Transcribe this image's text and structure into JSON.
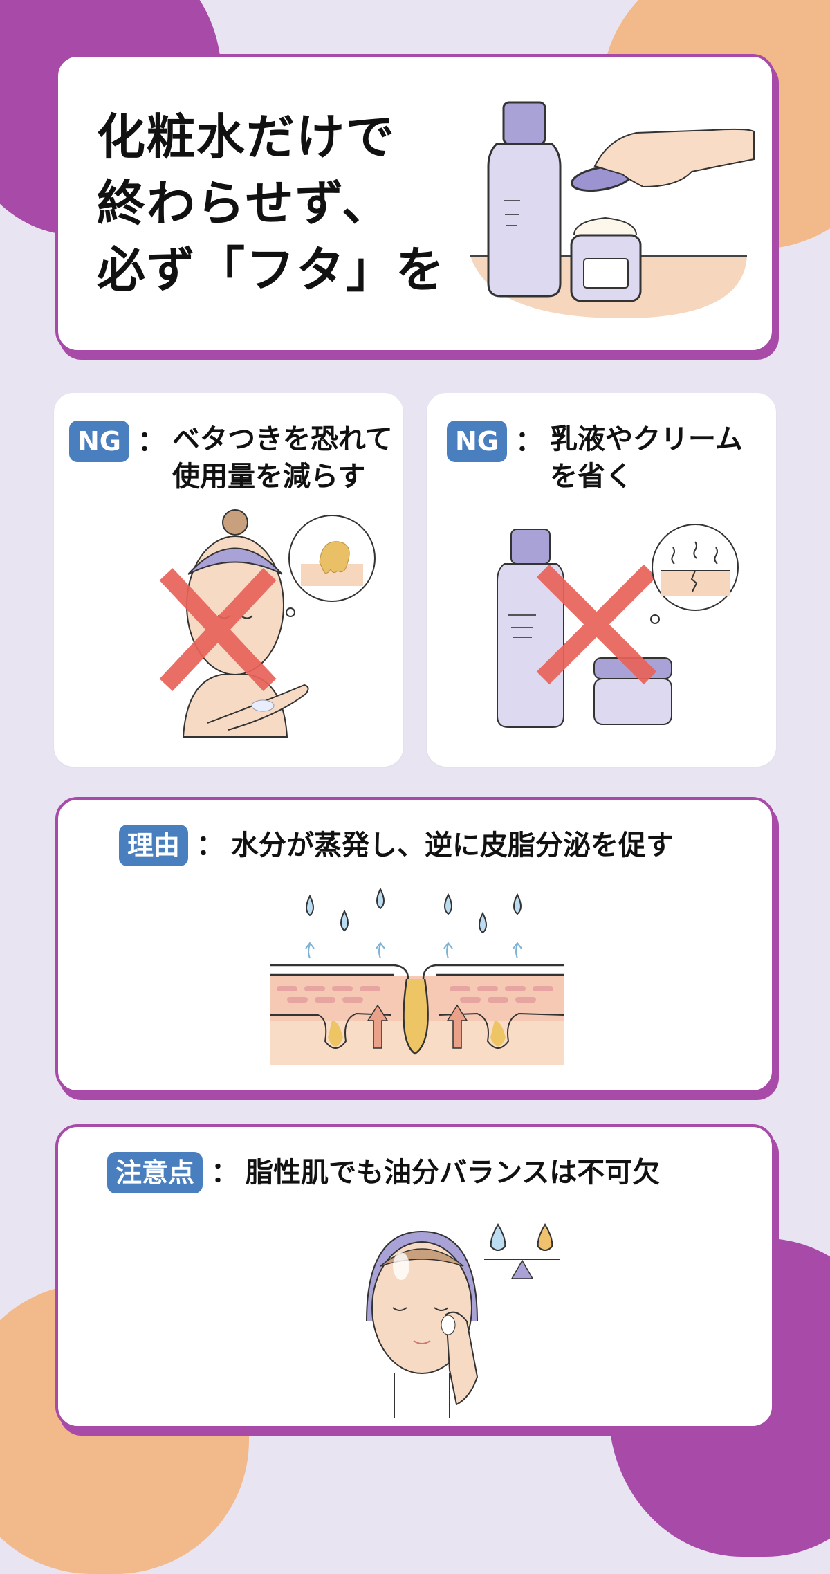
{
  "hero": {
    "title_lines": [
      "化粧水だけで",
      "終わらせず、",
      "必ず「フタ」を"
    ],
    "illustration": "toner-bottle-and-cream-jar-with-lid-icon"
  },
  "ng_cards": [
    {
      "badge": "NG",
      "separator": "：",
      "text_lines": [
        "ベタつきを恐れて",
        "使用量を減らす"
      ],
      "illustration": "woman-with-small-amount-of-cream-crossed-out-icon",
      "thought_bubble": "sticky-oil-on-skin-icon"
    },
    {
      "badge": "NG",
      "separator": "：",
      "text_lines": [
        "乳液やクリーム",
        "を省く"
      ],
      "illustration": "bottle-and-jar-crossed-out-icon",
      "thought_bubble": "cracked-dry-skin-icon"
    }
  ],
  "reason": {
    "badge": "理由",
    "separator": "：",
    "text": "水分が蒸発し、逆に皮脂分泌を促す",
    "illustration": "skin-cross-section-evaporation-sebum-icon"
  },
  "caution": {
    "badge": "注意点",
    "separator": "：",
    "text": "脂性肌でも油分バランスは不可欠",
    "illustration": "woman-applying-cream-with-water-oil-balance-icon"
  },
  "colors": {
    "background": "#e9e4f2",
    "purple_accent": "#a84aa8",
    "peach_accent": "#f2b98b",
    "badge_blue": "#4a7fbf",
    "cross_red": "#e8635a"
  }
}
